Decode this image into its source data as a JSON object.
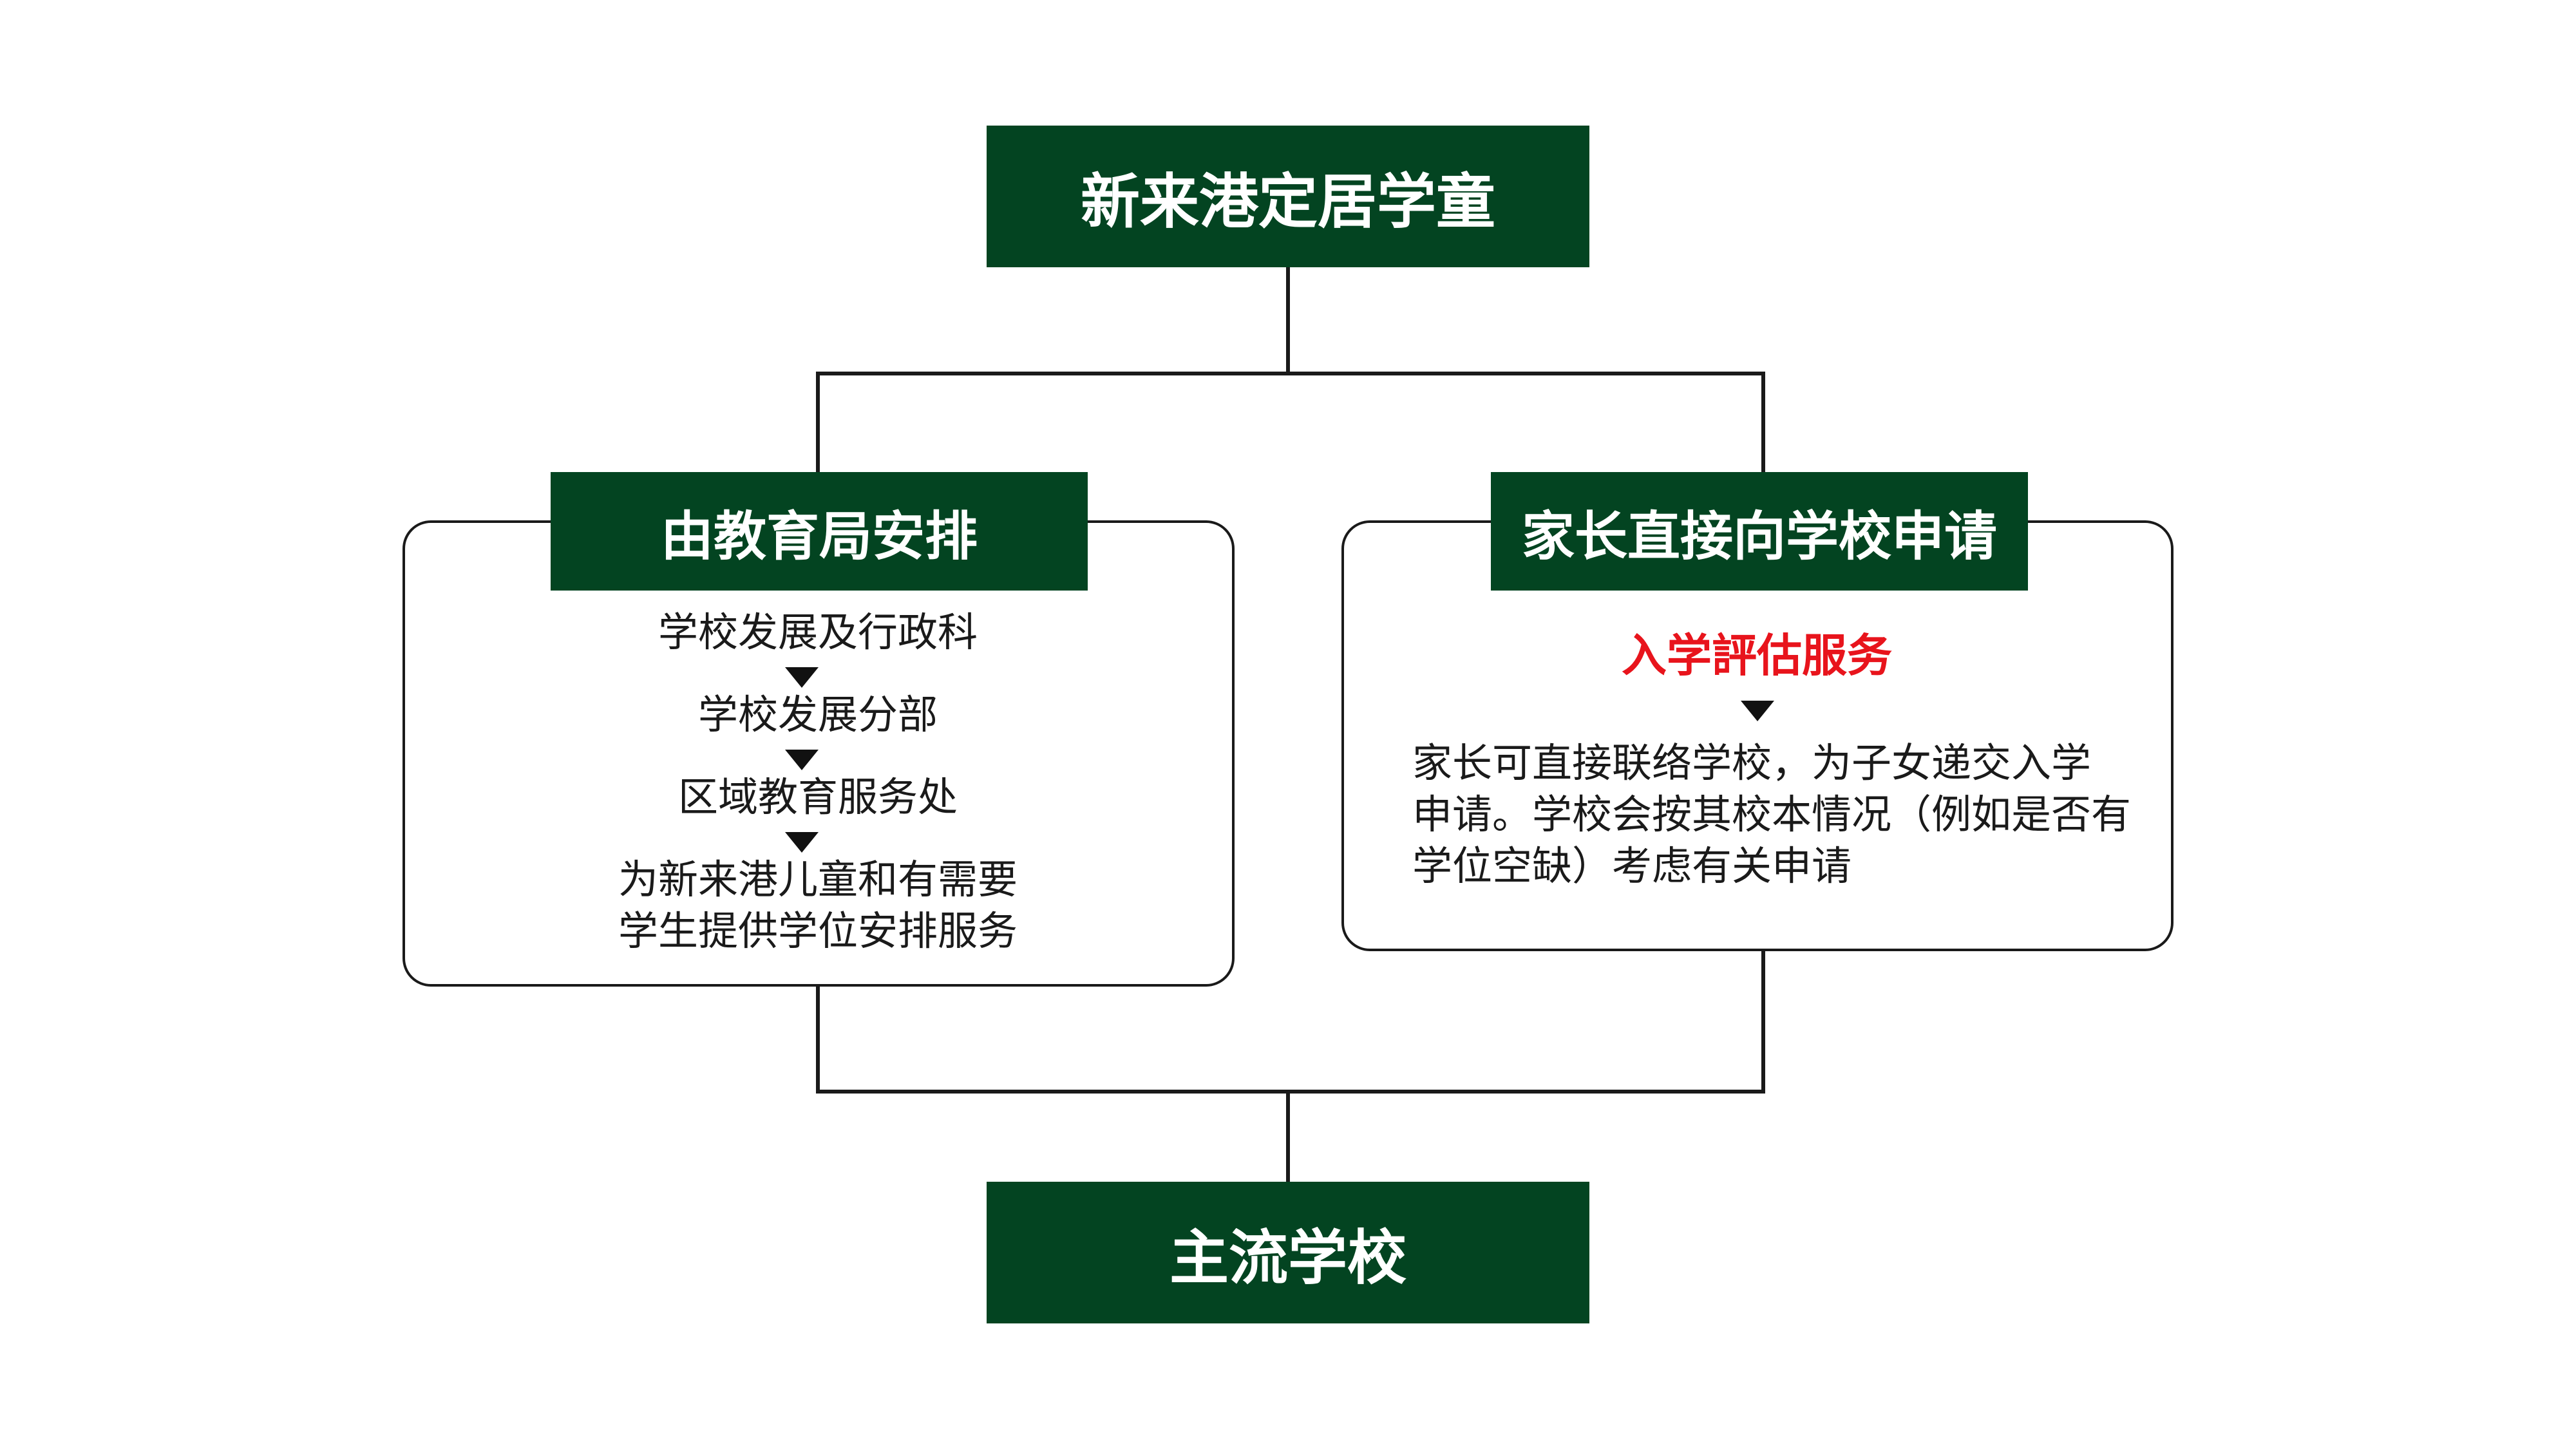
{
  "top_node": {
    "label": "新来港定居学童"
  },
  "left_branch": {
    "header": "由教育局安排",
    "steps": [
      "学校发展及行政科",
      "学校发展分部",
      "区域教育服务处"
    ],
    "final_lines": [
      "为新来港儿童和有需要",
      "学生提供学位安排服务"
    ]
  },
  "right_branch": {
    "header": "家长直接向学校申请",
    "highlight": "入学評估服务",
    "highlight_color": "#e8141c",
    "body_lines": [
      "家长可直接联络学校，为子女递交入学",
      "申请。学校会按其校本情况（例如是否有",
      "学位空缺）考虑有关申请"
    ]
  },
  "bottom_node": {
    "label": "主流学校"
  },
  "colors": {
    "box_fill": "#034421",
    "box_text": "#ffffff",
    "line": "#1a1a1a"
  },
  "icons": {
    "step_arrow": "down-triangle-icon"
  }
}
